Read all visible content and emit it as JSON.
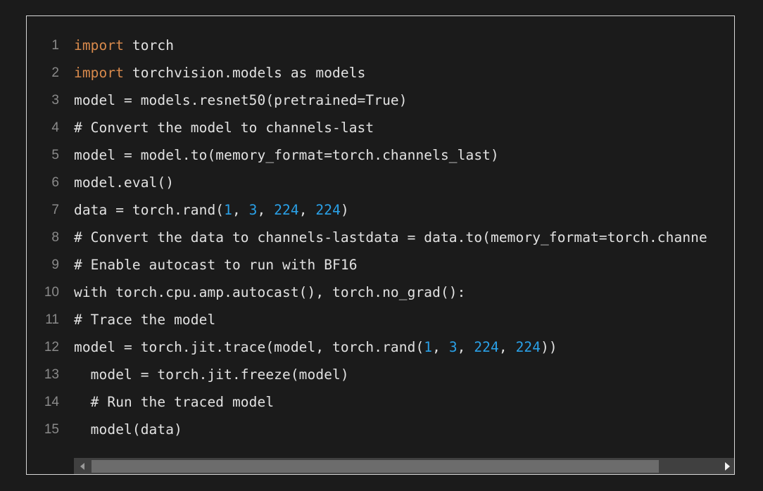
{
  "code_block": {
    "lines": [
      {
        "number": "1",
        "tokens": [
          {
            "t": "import",
            "k": "kw"
          },
          {
            "t": " torch",
            "k": "plain"
          }
        ]
      },
      {
        "number": "2",
        "tokens": [
          {
            "t": "import",
            "k": "kw"
          },
          {
            "t": " torchvision.models as models",
            "k": "plain"
          }
        ]
      },
      {
        "number": "3",
        "tokens": [
          {
            "t": "model = models.resnet50(pretrained=True)",
            "k": "plain"
          }
        ]
      },
      {
        "number": "4",
        "tokens": [
          {
            "t": "# Convert the model to channels-last",
            "k": "plain"
          }
        ]
      },
      {
        "number": "5",
        "tokens": [
          {
            "t": "model = model.to(memory_format=torch.channels_last)",
            "k": "plain"
          }
        ]
      },
      {
        "number": "6",
        "tokens": [
          {
            "t": "model.eval()",
            "k": "plain"
          }
        ]
      },
      {
        "number": "7",
        "tokens": [
          {
            "t": "data = torch.rand(",
            "k": "plain"
          },
          {
            "t": "1",
            "k": "num"
          },
          {
            "t": ", ",
            "k": "plain"
          },
          {
            "t": "3",
            "k": "num"
          },
          {
            "t": ", ",
            "k": "plain"
          },
          {
            "t": "224",
            "k": "num"
          },
          {
            "t": ", ",
            "k": "plain"
          },
          {
            "t": "224",
            "k": "num"
          },
          {
            "t": ")",
            "k": "plain"
          }
        ]
      },
      {
        "number": "8",
        "tokens": [
          {
            "t": "# Convert the data to channels-lastdata = data.to(memory_format=torch.channe",
            "k": "plain"
          }
        ]
      },
      {
        "number": "9",
        "tokens": [
          {
            "t": "# Enable autocast to run with BF16",
            "k": "plain"
          }
        ]
      },
      {
        "number": "10",
        "tokens": [
          {
            "t": "with torch.cpu.amp.autocast(), torch.no_grad():",
            "k": "plain"
          }
        ]
      },
      {
        "number": "11",
        "tokens": [
          {
            "t": "# Trace the model",
            "k": "plain"
          }
        ]
      },
      {
        "number": "12",
        "tokens": [
          {
            "t": "model = torch.jit.trace(model, torch.rand(",
            "k": "plain"
          },
          {
            "t": "1",
            "k": "num"
          },
          {
            "t": ", ",
            "k": "plain"
          },
          {
            "t": "3",
            "k": "num"
          },
          {
            "t": ", ",
            "k": "plain"
          },
          {
            "t": "224",
            "k": "num"
          },
          {
            "t": ", ",
            "k": "plain"
          },
          {
            "t": "224",
            "k": "num"
          },
          {
            "t": "))",
            "k": "plain"
          }
        ]
      },
      {
        "number": "13",
        "tokens": [
          {
            "t": "  model = torch.jit.freeze(model)",
            "k": "plain"
          }
        ]
      },
      {
        "number": "14",
        "tokens": [
          {
            "t": "  # Run the traced model",
            "k": "plain"
          }
        ]
      },
      {
        "number": "15",
        "tokens": [
          {
            "t": "  model(data)",
            "k": "plain"
          }
        ]
      }
    ]
  },
  "scrollbar": {
    "left_arrow_icon": "triangle-left-icon",
    "right_arrow_icon": "triangle-right-icon",
    "position_fraction": 0.0
  },
  "colors": {
    "background": "#1b1b1b",
    "keyword": "#d98a4c",
    "number": "#2aa1e8",
    "text": "#e2e2e2",
    "line_number": "#8a8a8a"
  }
}
